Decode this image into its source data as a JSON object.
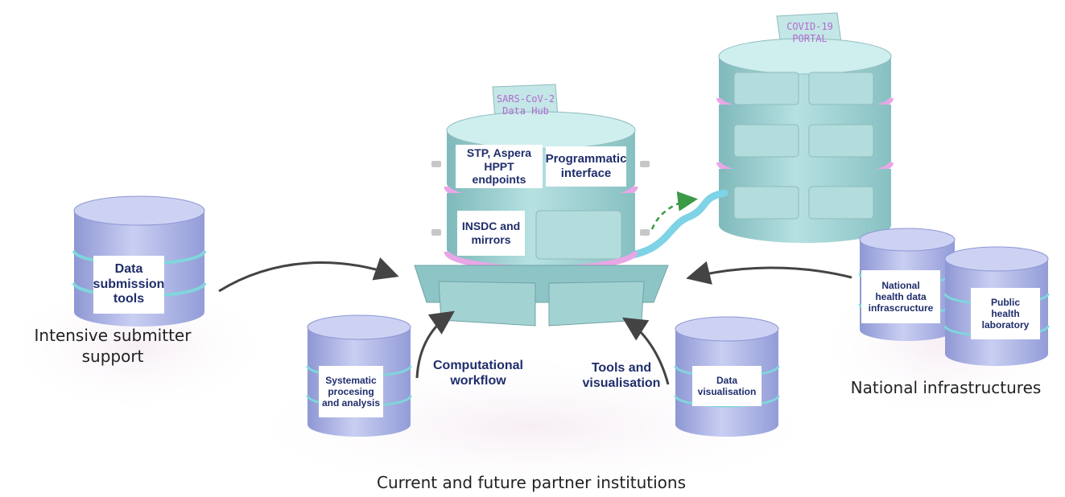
{
  "hub": {
    "sign": "SARS-CoV-2\nData Hub",
    "drawer_top_left": "STP, Aspera\nHPPT endpoints",
    "drawer_top_right": "Programmatic\ninterface",
    "drawer_mid_left": "INSDC and\nmirrors"
  },
  "portal": {
    "sign": "COVID-19\nPORTAL"
  },
  "submitter": {
    "db_label": "Data\nsubmission\ntools",
    "caption": "Intensive submitter\nsupport"
  },
  "partners": {
    "processing_label": "Systematic\nprocesing\nand analysis",
    "visualisation_label": "Data\nvisualisation",
    "caption": "Current and future partner institutions"
  },
  "national": {
    "national_db_label": "National\nhealth data\ninfrascructure",
    "public_db_label": "Public\nhealth\nlaboratory",
    "caption": "National infrastructures"
  },
  "flows": {
    "computational": "Computational\nworkflow",
    "tools": "Tools and\nvisualisation"
  },
  "colors": {
    "hub_teal": "#a9d6d6",
    "db_blue": "#b6bde8",
    "accent_pink": "#e9a6e6",
    "label_navy": "#1f2d6b"
  }
}
